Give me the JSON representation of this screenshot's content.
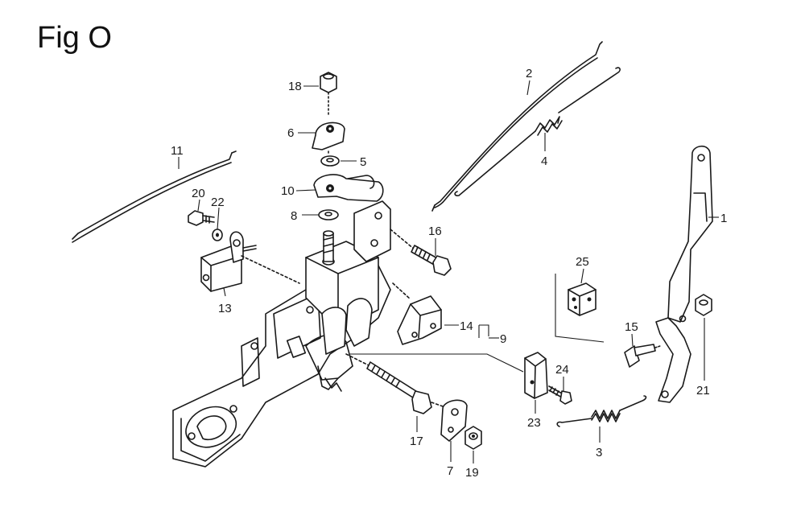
{
  "figure": {
    "title": "Fig O"
  },
  "callouts": [
    {
      "id": "c1",
      "label": "1"
    },
    {
      "id": "c2",
      "label": "2"
    },
    {
      "id": "c3",
      "label": "3"
    },
    {
      "id": "c4",
      "label": "4"
    },
    {
      "id": "c5",
      "label": "5"
    },
    {
      "id": "c6",
      "label": "6"
    },
    {
      "id": "c7",
      "label": "7"
    },
    {
      "id": "c8",
      "label": "8"
    },
    {
      "id": "c9",
      "label": "9"
    },
    {
      "id": "c10",
      "label": "10"
    },
    {
      "id": "c11",
      "label": "11"
    },
    {
      "id": "c13",
      "label": "13"
    },
    {
      "id": "c14",
      "label": "14"
    },
    {
      "id": "c15",
      "label": "15"
    },
    {
      "id": "c16",
      "label": "16"
    },
    {
      "id": "c17",
      "label": "17"
    },
    {
      "id": "c18",
      "label": "18"
    },
    {
      "id": "c19",
      "label": "19"
    },
    {
      "id": "c20",
      "label": "20"
    },
    {
      "id": "c21",
      "label": "21"
    },
    {
      "id": "c22",
      "label": "22"
    },
    {
      "id": "c23",
      "label": "23"
    },
    {
      "id": "c24",
      "label": "24"
    },
    {
      "id": "c25",
      "label": "25"
    }
  ]
}
